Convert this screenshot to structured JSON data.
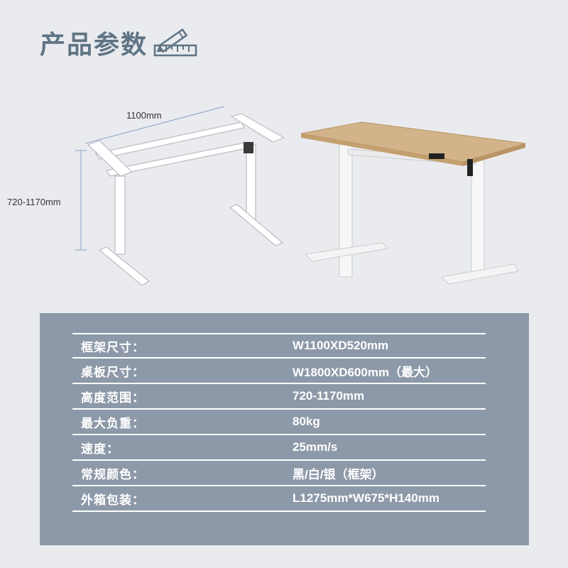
{
  "header": {
    "title": "产品参数"
  },
  "icons": {
    "title_icon": "pencil-ruler-icon"
  },
  "diagram": {
    "width_label": "1100mm",
    "height_label": "720-1170mm"
  },
  "colors": {
    "title": "#5f7485",
    "panel": "#8d99a8",
    "desktop": "#d3b48a",
    "frame": "#ffffff"
  },
  "specs": [
    {
      "label": "框架尺寸：",
      "value": "W1100XD520mm"
    },
    {
      "label": "桌板尺寸：",
      "value": "W1800XD600mm（最大）"
    },
    {
      "label": "高度范围：",
      "value": "720-1170mm"
    },
    {
      "label": "最大负重：",
      "value": "80kg"
    },
    {
      "label": "速度：",
      "value": "25mm/s"
    },
    {
      "label": "常规颜色：",
      "value": "黑/白/银（框架）"
    },
    {
      "label": "外箱包装：",
      "value": "L1275mm*W675*H140mm"
    }
  ]
}
